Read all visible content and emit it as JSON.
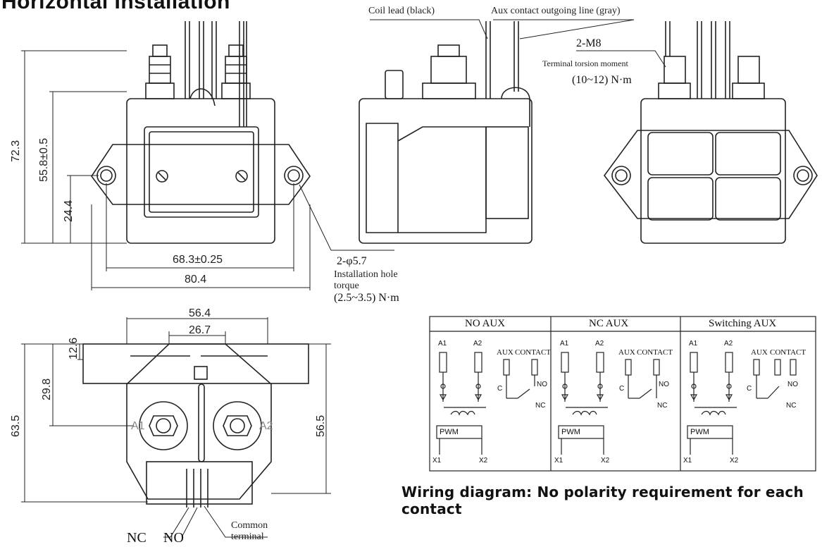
{
  "title": "Horizontal Installation",
  "dimensions": {
    "height_total": "72.3",
    "height_hole_top": "55.8±0.5",
    "height_hole": "24.4",
    "hole_spacing": "68.3±0.25",
    "width_total": "80.4",
    "bottom_width_outer": "56.4",
    "bottom_width_inner": "26.7",
    "bottom_flange": "12.6",
    "bottom_center": "29.8",
    "bottom_height": "63.5",
    "bottom_body": "56.5"
  },
  "callouts": {
    "hole_spec": "2-φ5.7",
    "hole_label": "Installation hole",
    "hole_torque_label": "torque",
    "hole_torque_value": "(2.5~3.5) N·m",
    "coil_lead": "Coil lead (black)",
    "aux_line": "Aux contact outgoing line (gray)",
    "terminal_spec": "2-M8",
    "terminal_torque_label": "Terminal torsion moment",
    "terminal_torque_value": "(10~12) N·m",
    "nc": "NC",
    "no": "NO",
    "common_1": "Common",
    "common_2": "terminal",
    "a1": "A1",
    "a2": "A2"
  },
  "wiring": {
    "columns": [
      "NO AUX",
      "NC AUX",
      "Switching AUX"
    ],
    "labels": {
      "a1": "A1",
      "a2": "A2",
      "aux": "AUX",
      "contact": "CONTACT",
      "c": "C",
      "no": "NO",
      "nc": "NC",
      "pwm": "PWM",
      "x1": "X1",
      "x2": "X2"
    },
    "caption": "Wiring diagram: No polarity requirement for each contact"
  }
}
